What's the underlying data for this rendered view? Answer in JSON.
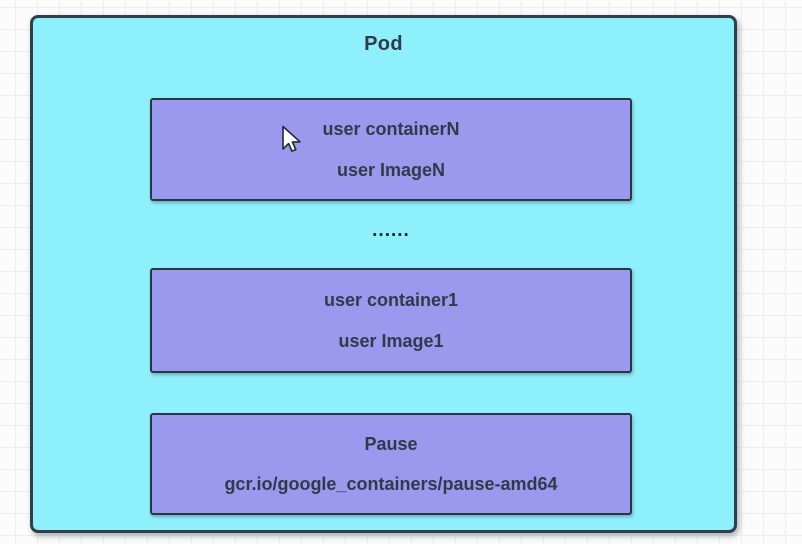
{
  "diagram": {
    "pod_label": "Pod",
    "ellipsis": "......",
    "containers": [
      {
        "name": "user containerN",
        "image": "user ImageN"
      },
      {
        "name": "user container1",
        "image": "user Image1"
      },
      {
        "name": "Pause",
        "image": "gcr.io/google_containers/pause-amd64"
      }
    ],
    "colors": {
      "canvas_bg": "#fbfbfb",
      "grid_line": "#ededed",
      "pod_fill": "#8DF0FB",
      "pod_border": "#2E4149",
      "container_fill": "#9B99EE",
      "container_border": "#2C3640",
      "text": "#323949"
    }
  },
  "cursor": {
    "icon": "arrow-cursor"
  }
}
